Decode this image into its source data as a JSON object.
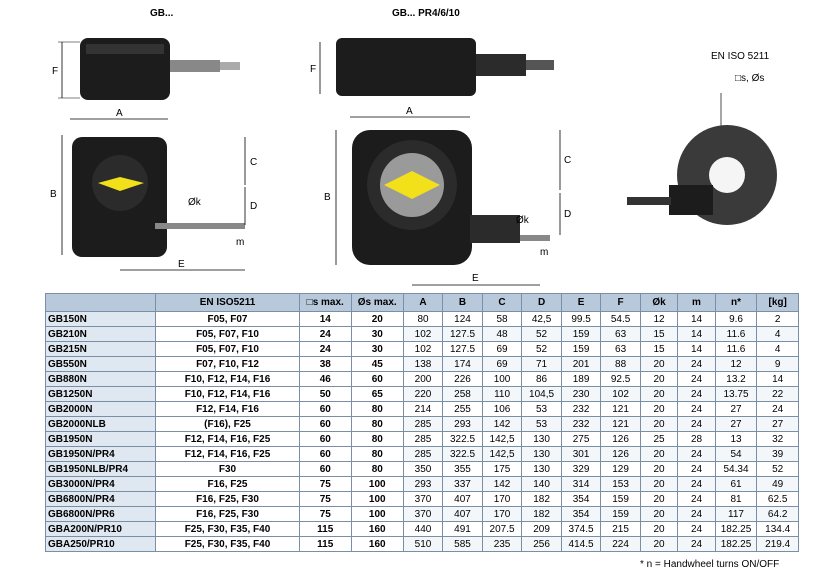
{
  "captions": {
    "left": "GB...",
    "right": "GB... PR4/6/10",
    "iso_label": "EN ISO 5211",
    "iso_shaft": "□s, Øs"
  },
  "dimensions": {
    "F": "F",
    "A": "A",
    "B": "B",
    "C": "C",
    "D": "D",
    "E": "E",
    "k": "Øk",
    "m": "m"
  },
  "colors": {
    "body": "#1c1c1c",
    "indicator": "#f2e01a",
    "dial": "#9a9a9a",
    "header": "#b8c9dc",
    "model_cell": "#dfe7f0"
  },
  "table": {
    "headers": [
      "",
      "EN ISO5211",
      "□s max.",
      "Øs max.",
      "A",
      "B",
      "C",
      "D",
      "E",
      "F",
      "Øk",
      "m",
      "n*",
      "[kg]"
    ],
    "rows": [
      [
        "GB150N",
        "F05, F07",
        "14",
        "20",
        "80",
        "124",
        "58",
        "42,5",
        "99.5",
        "54.5",
        "12",
        "14",
        "9.6",
        "2"
      ],
      [
        "GB210N",
        "F05, F07, F10",
        "24",
        "30",
        "102",
        "127.5",
        "48",
        "52",
        "159",
        "63",
        "15",
        "14",
        "11.6",
        "4"
      ],
      [
        "GB215N",
        "F05, F07, F10",
        "24",
        "30",
        "102",
        "127.5",
        "69",
        "52",
        "159",
        "63",
        "15",
        "14",
        "11.6",
        "4"
      ],
      [
        "GB550N",
        "F07, F10, F12",
        "38",
        "45",
        "138",
        "174",
        "69",
        "71",
        "201",
        "88",
        "20",
        "24",
        "12",
        "9"
      ],
      [
        "GB880N",
        "F10, F12, F14, F16",
        "46",
        "60",
        "200",
        "226",
        "100",
        "86",
        "189",
        "92.5",
        "20",
        "24",
        "13.2",
        "14"
      ],
      [
        "GB1250N",
        "F10, F12, F14, F16",
        "50",
        "65",
        "220",
        "258",
        "110",
        "104,5",
        "230",
        "102",
        "20",
        "24",
        "13.75",
        "22"
      ],
      [
        "GB2000N",
        "F12, F14, F16",
        "60",
        "80",
        "214",
        "255",
        "106",
        "53",
        "232",
        "121",
        "20",
        "24",
        "27",
        "24"
      ],
      [
        "GB2000NLB",
        "(F16), F25",
        "60",
        "80",
        "285",
        "293",
        "142",
        "53",
        "232",
        "121",
        "20",
        "24",
        "27",
        "27"
      ],
      [
        "GB1950N",
        "F12, F14, F16, F25",
        "60",
        "80",
        "285",
        "322.5",
        "142,5",
        "130",
        "275",
        "126",
        "25",
        "28",
        "13",
        "32"
      ],
      [
        "GB1950N/PR4",
        "F12, F14, F16, F25",
        "60",
        "80",
        "285",
        "322.5",
        "142,5",
        "130",
        "301",
        "126",
        "20",
        "24",
        "54",
        "39"
      ],
      [
        "GB1950NLB/PR4",
        "F30",
        "60",
        "80",
        "350",
        "355",
        "175",
        "130",
        "329",
        "129",
        "20",
        "24",
        "54.34",
        "52"
      ],
      [
        "GB3000N/PR4",
        "F16, F25",
        "75",
        "100",
        "293",
        "337",
        "142",
        "140",
        "314",
        "153",
        "20",
        "24",
        "61",
        "49"
      ],
      [
        "GB6800N/PR4",
        "F16, F25, F30",
        "75",
        "100",
        "370",
        "407",
        "170",
        "182",
        "354",
        "159",
        "20",
        "24",
        "81",
        "62.5"
      ],
      [
        "GB6800N/PR6",
        "F16, F25, F30",
        "75",
        "100",
        "370",
        "407",
        "170",
        "182",
        "354",
        "159",
        "20",
        "24",
        "117",
        "64.2"
      ],
      [
        "GBA200N/PR10",
        "F25, F30, F35, F40",
        "115",
        "160",
        "440",
        "491",
        "207.5",
        "209",
        "374.5",
        "215",
        "20",
        "24",
        "182.25",
        "134.4"
      ],
      [
        "GBA250/PR10",
        "F25, F30, F35, F40",
        "115",
        "160",
        "510",
        "585",
        "235",
        "256",
        "414.5",
        "224",
        "20",
        "24",
        "182.25",
        "219.4"
      ]
    ]
  },
  "footnote": "* n = Handwheel turns ON/OFF"
}
